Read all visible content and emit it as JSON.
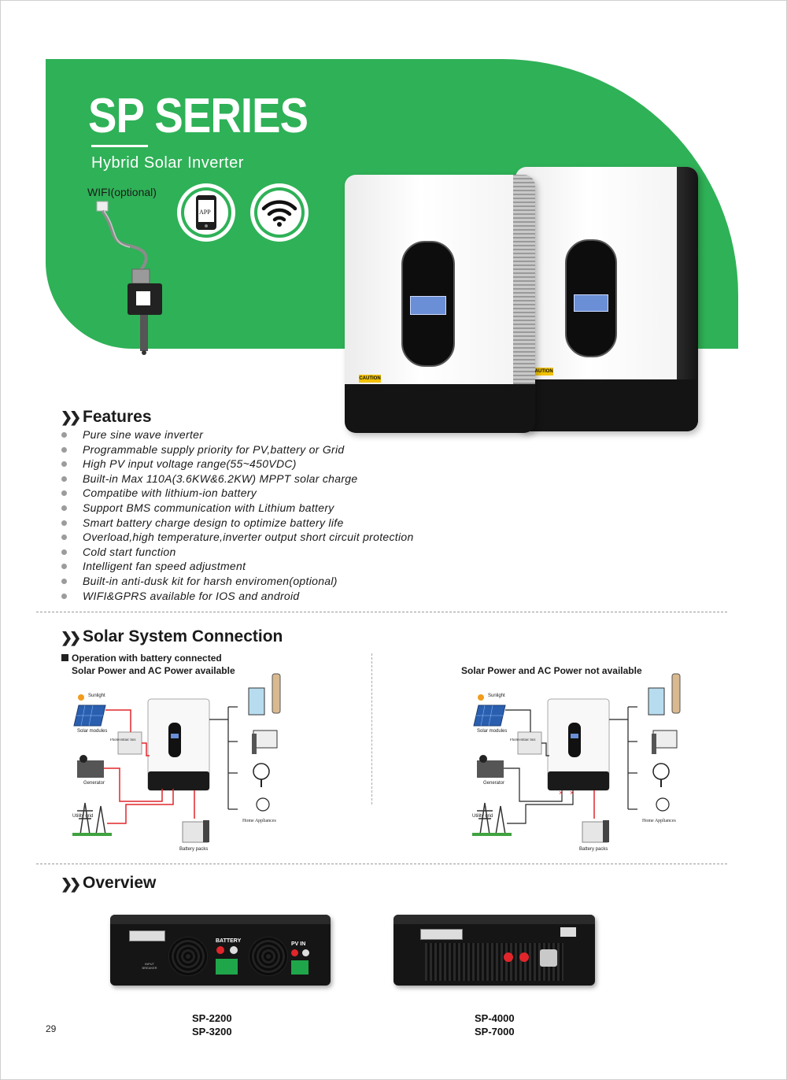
{
  "hero": {
    "title": "SP SERIES",
    "subtitle": "Hybrid Solar Inverter",
    "wifi_label": "WIFI(optional)",
    "app_label": "APP",
    "caution_label": "CAUTION"
  },
  "features": {
    "heading": "Features",
    "items": [
      "Pure sine wave inverter",
      "Programmable supply priority for PV,battery or Grid",
      "High PV input voltage range(55~450VDC)",
      "Built-in Max 110A(3.6KW&6.2KW) MPPT solar charge",
      "Compatibe with lithium-ion battery",
      "Support BMS communication with Lithium battery",
      "Smart battery charge design to optimize battery life",
      "Overload,high temperature,inverter output short circuit protection",
      "Cold start function",
      "Intelligent fan speed adjustment",
      "Built-in anti-dusk kit for harsh enviromen(optional)",
      "WIFI&GPRS available for IOS and android"
    ]
  },
  "solar": {
    "heading": "Solar System Connection",
    "left_label_1": "Operation with battery connected",
    "left_label_2": "Solar Power and AC Power available",
    "right_label": "Solar Power and AC Power not available",
    "diagram_labels": {
      "sunlight": "Sunlight",
      "solar_modules": "Solar modules",
      "pv_box": "Photovoltaic box",
      "generator": "Generator",
      "utility_grid": "Utility grid",
      "battery_packs": "Battery packs",
      "home_appliances": "Home Appliances"
    }
  },
  "overview": {
    "heading": "Overview",
    "left_models": [
      "SP-2200",
      "SP-3200"
    ],
    "right_models": [
      "SP-4000",
      "SP-7000"
    ],
    "battery_label": "BATTERY",
    "pv_in_label": "PV IN",
    "input_breaker_label": "INPUT BREAKER"
  },
  "page_number": "29",
  "colors": {
    "brand_green": "#2fb157",
    "wire_red": "#e0262b",
    "wire_black": "#222222"
  }
}
